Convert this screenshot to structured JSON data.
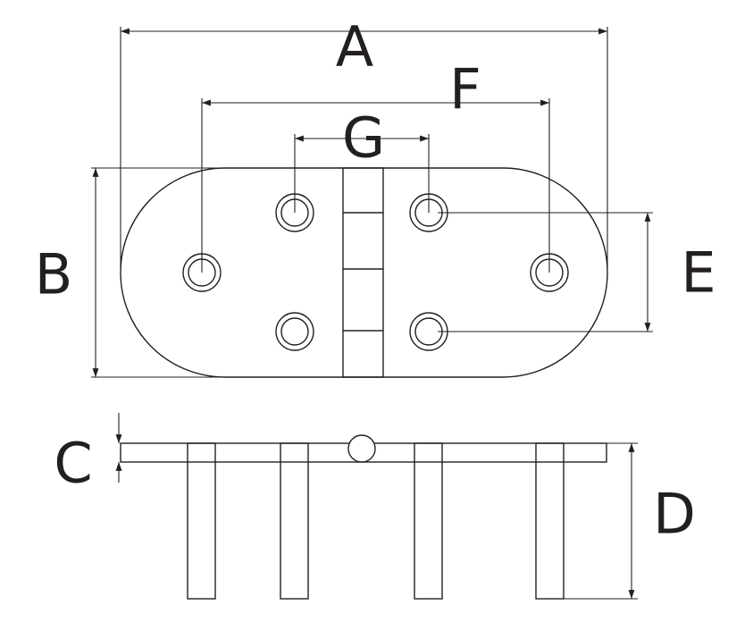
{
  "labels": {
    "A": "A",
    "B": "B",
    "C": "C",
    "D": "D",
    "E": "E",
    "F": "F",
    "G": "G"
  },
  "colors": {
    "line": "#231f20",
    "background": "#ffffff"
  }
}
